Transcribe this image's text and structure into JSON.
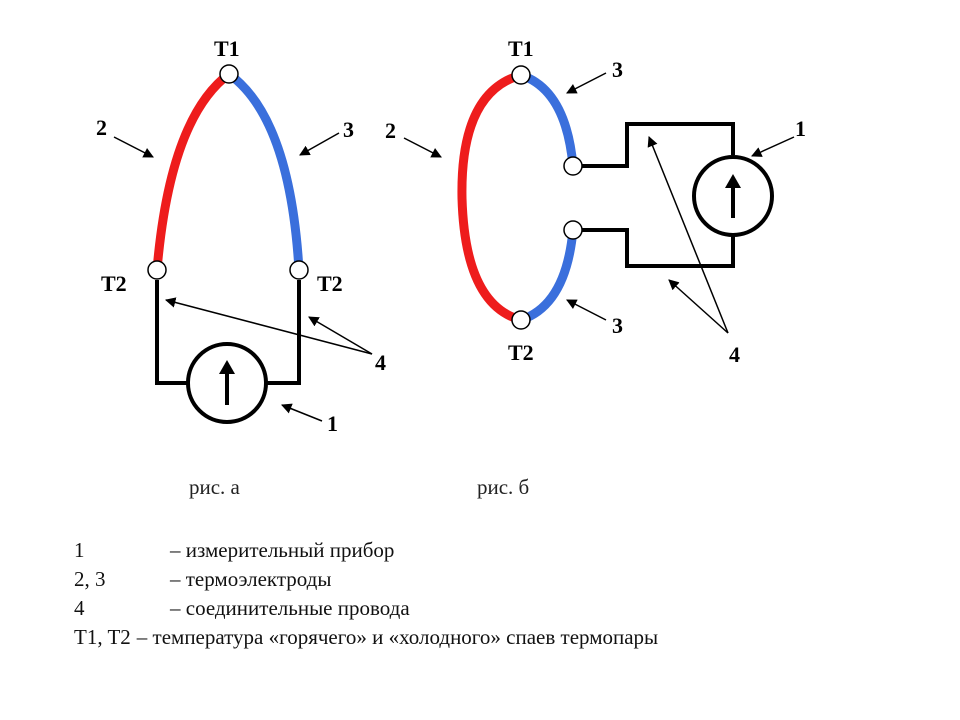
{
  "figure_a": {
    "hot_junction": "T1",
    "cold_junction_left": "T2",
    "cold_junction_right": "T2",
    "label_electrode_red": "2",
    "label_electrode_blue": "3",
    "label_wires": "4",
    "label_instrument": "1",
    "caption": "рис. а"
  },
  "figure_b": {
    "hot_junction": "T1",
    "cold_junction": "T2",
    "label_electrode_red": "2",
    "label_electrode_blue_top": "3",
    "label_electrode_blue_bottom": "3",
    "label_wires": "4",
    "label_instrument": "1",
    "caption": "рис. б"
  },
  "legend": [
    {
      "key": "1",
      "text": "– измерительный прибор"
    },
    {
      "key": "2, 3",
      "text": "– термоэлектроды"
    },
    {
      "key": "4",
      "text": "– соединительные провода"
    },
    {
      "key": "T1, T2",
      "text": "– температура «горячего» и «холодного» спаев термопары"
    }
  ],
  "colors": {
    "electrode_red": "#ee1c1c",
    "electrode_blue": "#3a6fdc",
    "wire": "#000000"
  },
  "icons": {
    "instrument_needle": "up-arrow-icon"
  }
}
